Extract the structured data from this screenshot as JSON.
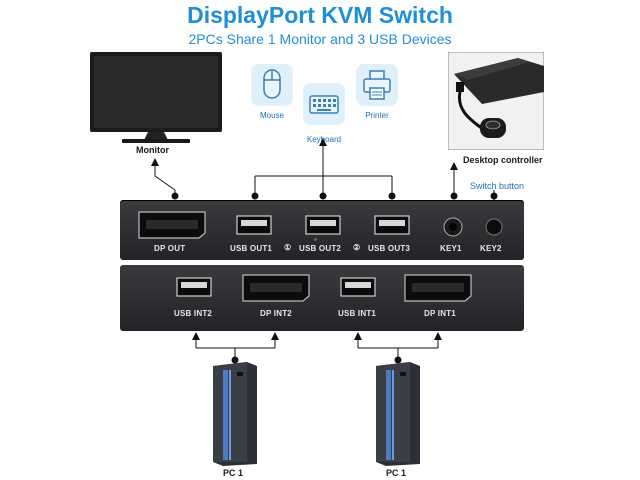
{
  "header": {
    "title": "DisplayPort KVM Switch",
    "subtitle": "2PCs Share 1 Monitor and 3 USB Devices"
  },
  "devices": {
    "monitor": "Monitor",
    "mouse": "Mouse",
    "keyboard": "Keyboard",
    "printer": "Printer",
    "desktop_controller": "Desktop controller",
    "switch_button": "Switch button"
  },
  "top_unit": {
    "dp_out": "DP OUT",
    "usb_out1": "USB OUT1",
    "usb_out2": "USB OUT2",
    "usb_out3": "USB OUT3",
    "led1": "①",
    "led2": "②",
    "key1": "KEY1",
    "key2": "KEY2"
  },
  "bottom_unit": {
    "usb_int2": "USB INT2",
    "dp_int2": "DP INT2",
    "usb_int1": "USB INT1",
    "dp_int1": "DP INT1"
  },
  "computers": {
    "pc_left": "PC 1",
    "pc_right": "PC 1"
  }
}
